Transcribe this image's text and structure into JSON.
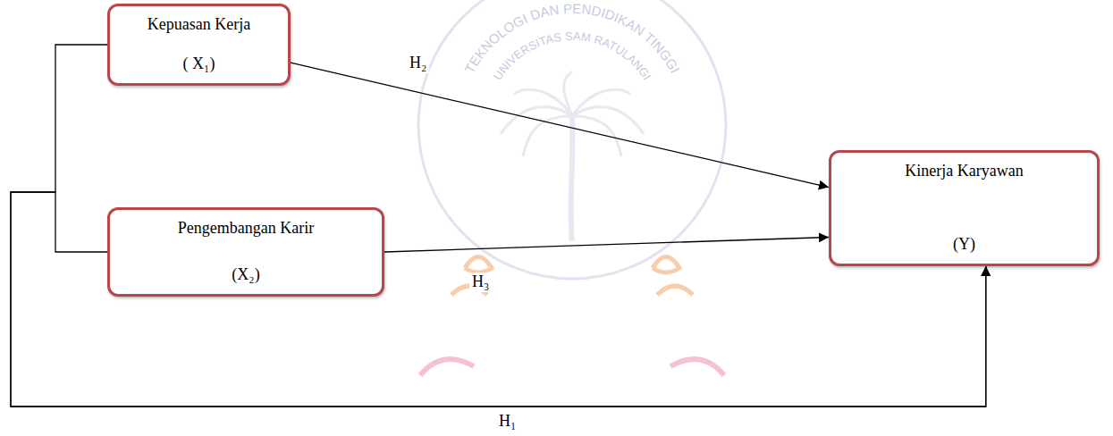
{
  "diagram": {
    "nodes": [
      {
        "text": [
          "Kepuasan Kerja",
          "( X₁)"
        ]
      },
      {
        "text": [
          "Pengembangan Karir",
          "(X₂)"
        ]
      },
      {
        "text": [
          "Kinerja Karyawan",
          "(Y)"
        ]
      }
    ],
    "edges": [
      {
        "from": 0,
        "to": 2,
        "arrow": "to",
        "label": "H₂"
      },
      {
        "from": 1,
        "to": 2,
        "arrow": "to",
        "label": "H₃"
      },
      {
        "from": 0,
        "to": 2,
        "arrow": "to",
        "label": "H₁"
      },
      {
        "from": 1,
        "to": 2,
        "arrow": "to"
      }
    ],
    "labels": [
      "TEKNOLOGI DAN PENDIDIKAN TINGGI",
      "UNIVERSITAS SAM RATULANGI"
    ]
  }
}
